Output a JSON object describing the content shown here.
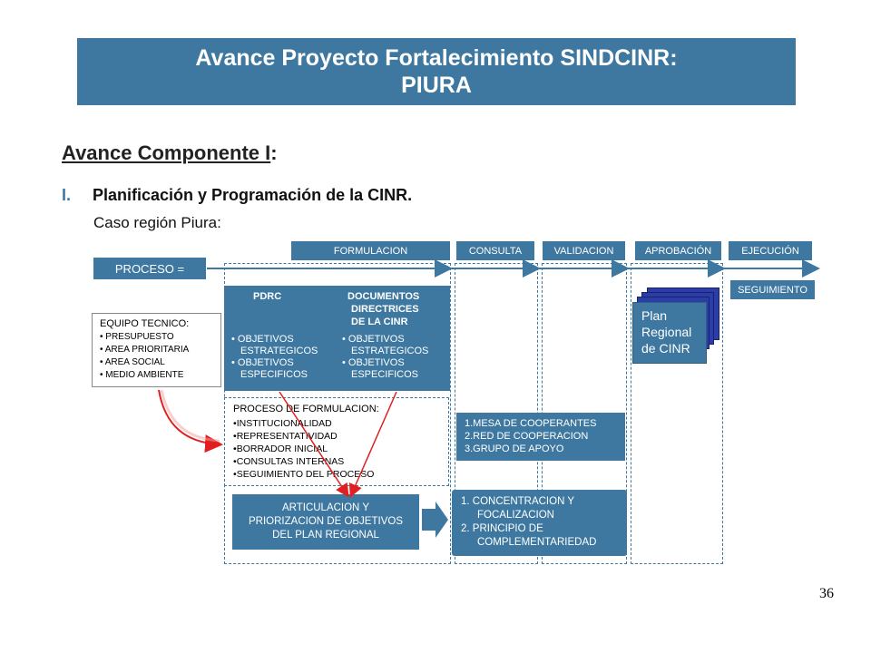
{
  "title": {
    "line1": "Avance Proyecto Fortalecimiento SINDCINR:",
    "line2": "PIURA"
  },
  "heading": {
    "text": "Avance Componente I",
    "suffix": ":"
  },
  "section": {
    "number": "I.",
    "title": "Planificación y Programación de la CINR.",
    "subtitle": "Caso región Piura:"
  },
  "phases": {
    "formulacion": "FORMULACION",
    "consulta": "CONSULTA",
    "validacion": "VALIDACION",
    "aprobacion": "APROBACIÓN",
    "ejecucion": "EJECUCIÓN",
    "seguimiento": "SEGUIMIENTO"
  },
  "proceso_label": "PROCESO =",
  "equipo": {
    "title": "EQUIPO TECNICO:",
    "items": [
      "PRESUPUESTO",
      "AREA PRIORITARIA",
      "AREA SOCIAL",
      "MEDIO AMBIENTE"
    ]
  },
  "pdrc": {
    "left_title": "PDRC",
    "left_items": [
      "OBJETIVOS ESTRATEGICOS",
      "OBJETIVOS ESPECIFICOS"
    ],
    "right_title_1": "DOCUMENTOS",
    "right_title_2": "DIRECTRICES",
    "right_title_3": "DE LA CINR",
    "right_items": [
      "OBJETIVOS ESTRATEGICOS",
      "OBJETIVOS ESPECIFICOS"
    ]
  },
  "formulacion_box": {
    "title": "PROCESO DE FORMULACION:",
    "items": [
      "INSTITUCIONALIDAD",
      "REPRESENTATIVIDAD",
      "BORRADOR INICIAL",
      "CONSULTAS INTERNAS",
      "SEGUIMIENTO DEL PROCESO"
    ]
  },
  "articulacion": {
    "line1": "ARTICULACION  Y",
    "line2": "PRIORIZACION  DE OBJETIVOS",
    "line3": "DEL PLAN REGIONAL"
  },
  "mesa": {
    "items": [
      "1.MESA DE COOPERANTES",
      "2.RED DE COOPERACION",
      "3.GRUPO DE APOYO"
    ]
  },
  "concentracion": {
    "items": [
      "1.  CONCENTRACION  Y FOCALIZACION",
      "2.  PRINCIPIO  DE COMPLEMENTARIEDAD"
    ]
  },
  "plan": {
    "line1": "Plan",
    "line2": "Regional",
    "line3": "de CINR"
  },
  "page_number": "36",
  "colors": {
    "primary": "#3e78a0",
    "arrow_red": "#e02020",
    "stack_blue": "#2b3ea8"
  }
}
